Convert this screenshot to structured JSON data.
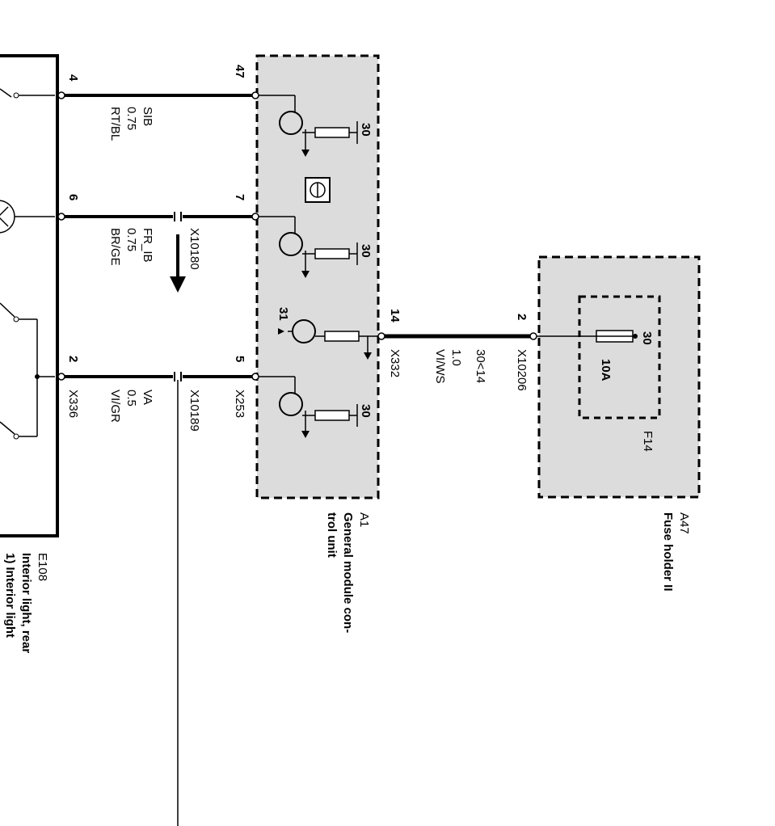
{
  "colors": {
    "background": "#ffffff",
    "module_fill": "#dcdcdc",
    "line": "#000000"
  },
  "components": {
    "e108": {
      "id": "E108",
      "name": "Interior light, rear",
      "sub": "1) Interior light"
    },
    "a1": {
      "id": "A1",
      "name_line1": "General module con-",
      "name_line2": "trol unit"
    },
    "a47": {
      "id": "A47",
      "name": "Fuse holder II"
    },
    "f14": {
      "id": "F14",
      "rating": "10A",
      "terminal": "30"
    }
  },
  "pins": {
    "e108_top": "4",
    "e108_mid": "6",
    "e108_low": "2",
    "a1_top": "47",
    "a1_mid": "7",
    "a1_low": "5",
    "a1_out": "14",
    "a47_in": "2"
  },
  "wires": {
    "w1": {
      "signal": "SIB",
      "size": "0.75",
      "color": "RT/BL"
    },
    "w2": {
      "signal": "FR_IB",
      "size": "0.75",
      "color": "BR/GE",
      "connector": "X10180"
    },
    "w3": {
      "signal": "VA",
      "size": "0.5",
      "color": "VI/GR",
      "connector": "X10189",
      "conn_left": "X336",
      "conn_right": "X253"
    },
    "w4": {
      "signal": "30<14",
      "size": "1.0",
      "color": "VI/WS",
      "conn_left": "X332",
      "conn_right": "X10206"
    }
  },
  "internals": {
    "term30": "30",
    "term31": "31"
  }
}
